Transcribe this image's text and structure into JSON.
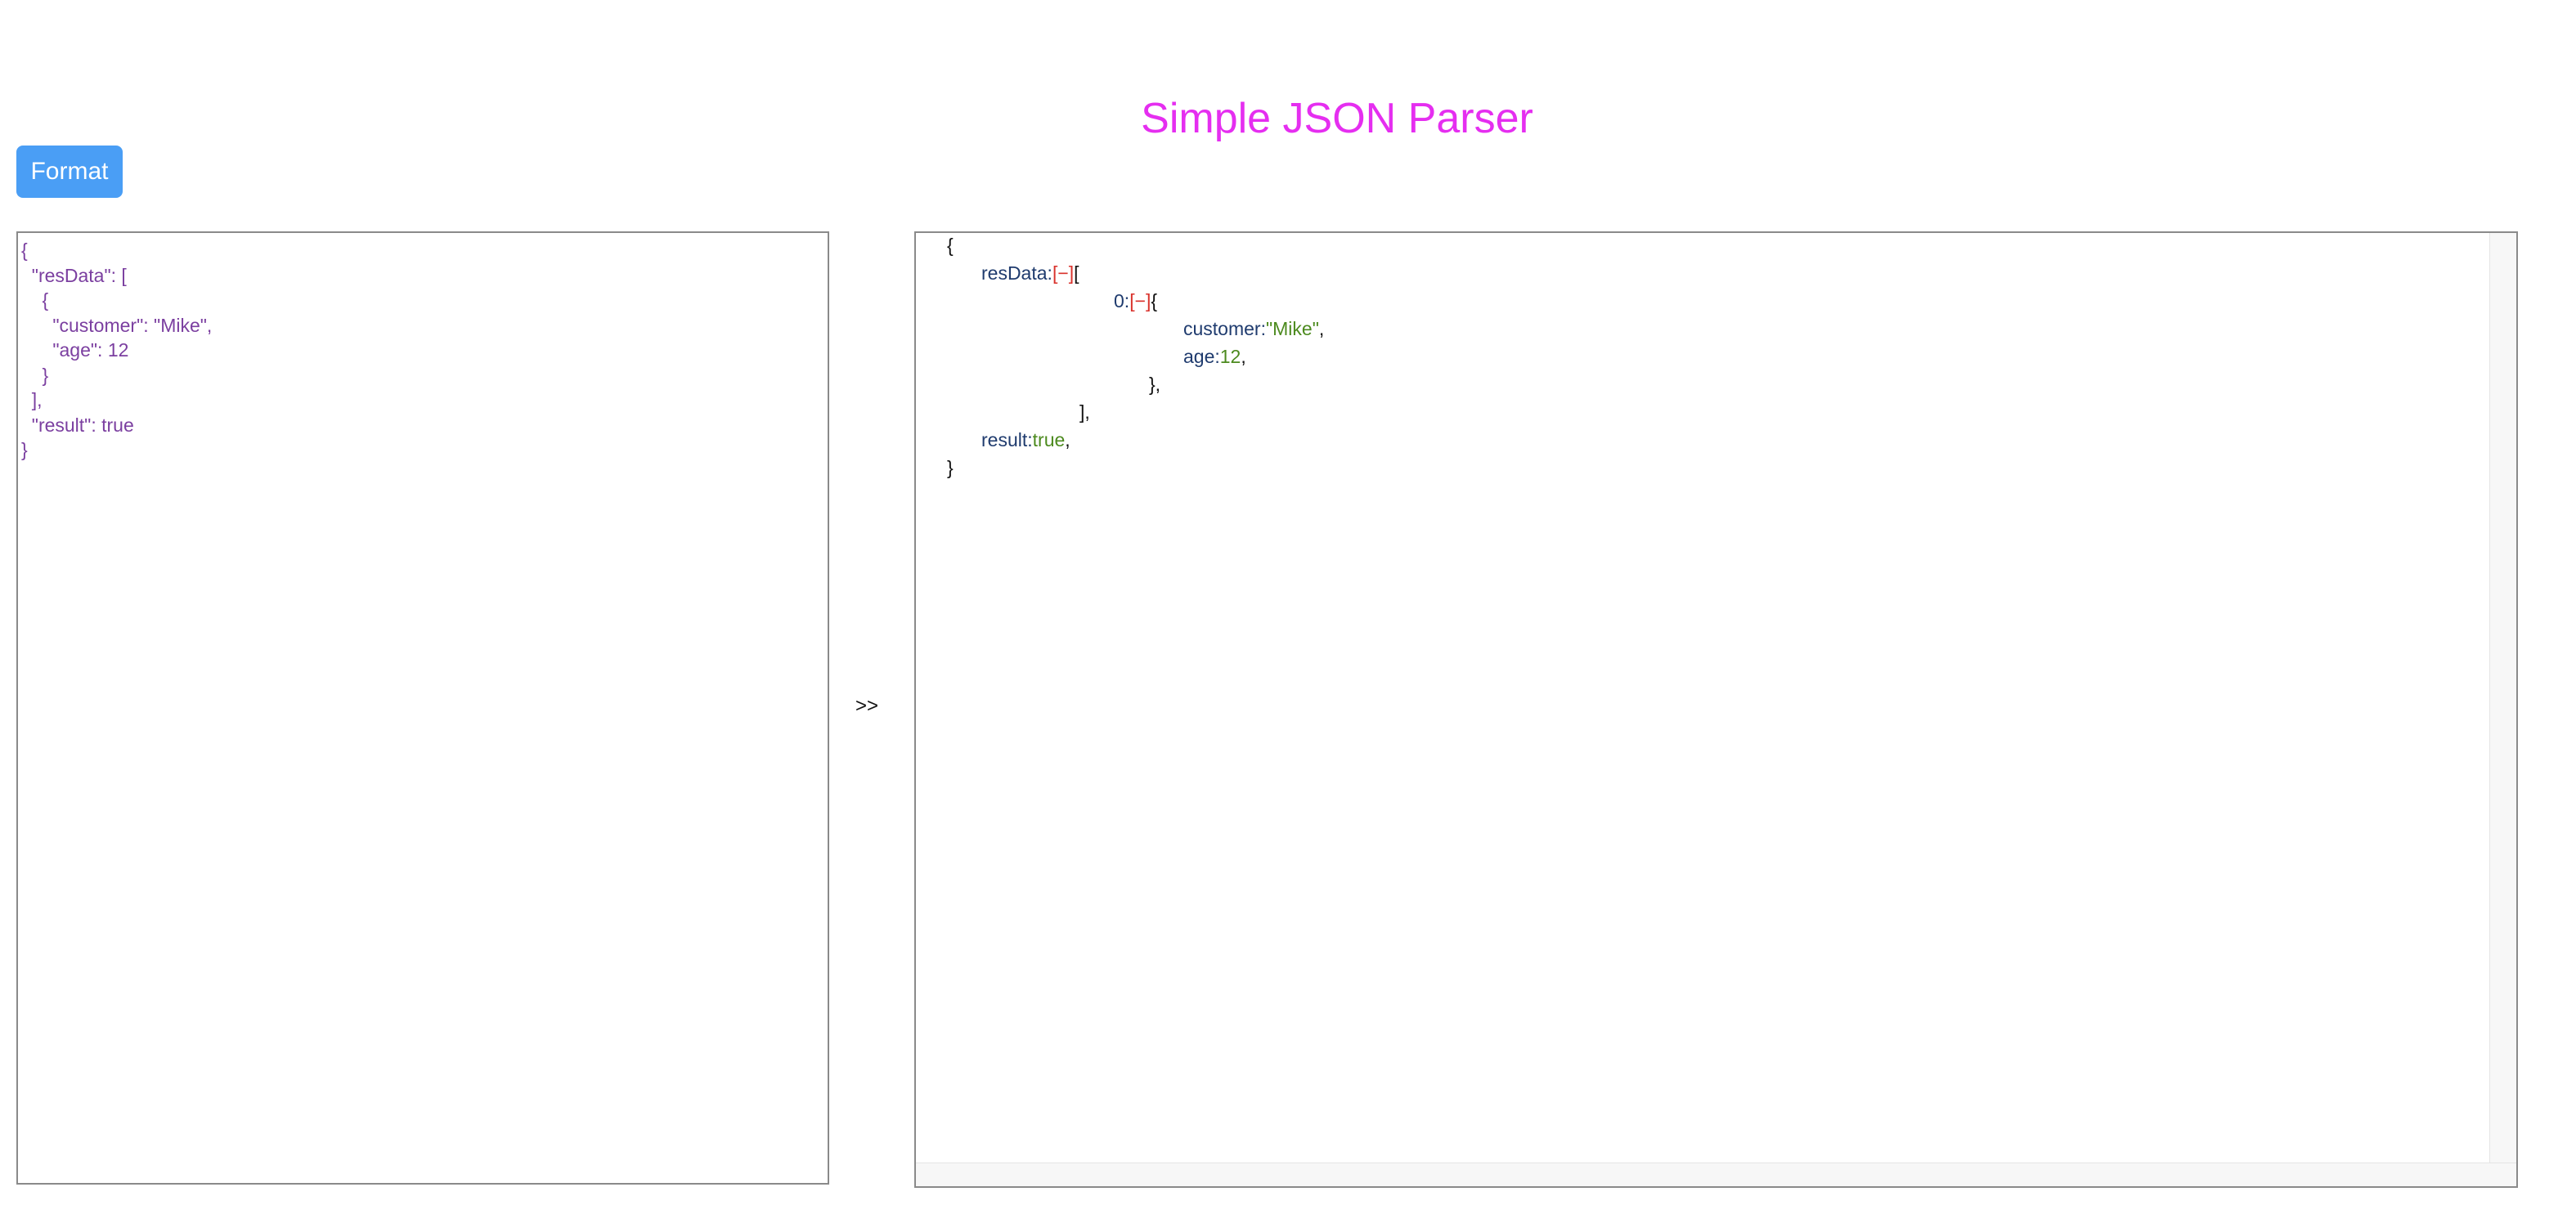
{
  "header": {
    "title": "Simple JSON Parser"
  },
  "toolbar": {
    "format_label": "Format"
  },
  "input": {
    "value": "{\n  \"resData\": [\n    {\n      \"customer\": \"Mike\",\n      \"age\": 12\n    }\n  ],\n  \"result\": true\n}"
  },
  "arrow": ">>",
  "output": {
    "open_root": "{",
    "resData_key": "resData",
    "colon": ":",
    "toggle": "[−]",
    "open_array": "[",
    "item0_key": "0",
    "open_object": "{",
    "customer_key": "customer",
    "customer_value": "\"Mike\"",
    "age_key": "age",
    "age_value": "12",
    "comma": ",",
    "close_object": "},",
    "close_array": "],",
    "result_key": "result",
    "result_value": "true",
    "close_root": "}"
  },
  "colors": {
    "title": "#e52ef0",
    "button": "#4a9ef5",
    "key": "#1f3b6e",
    "value": "#4c8a1e",
    "toggle": "#d9312b",
    "input_text": "#7b3fa0"
  }
}
